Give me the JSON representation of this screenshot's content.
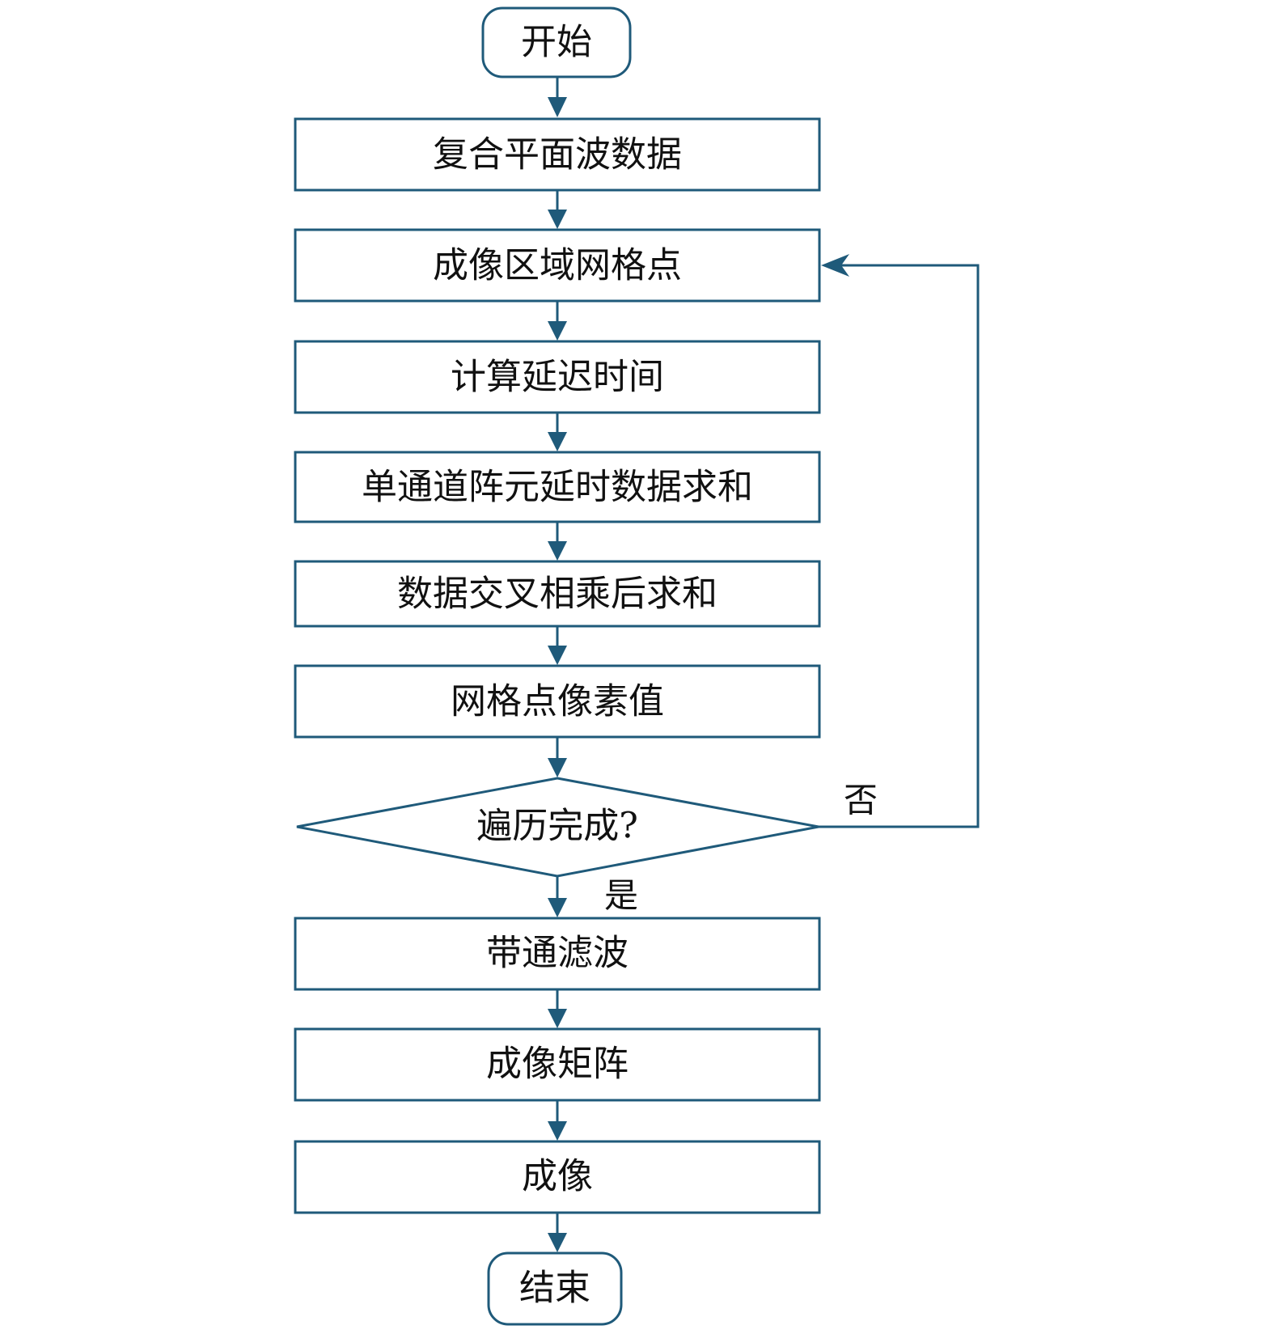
{
  "flowchart": {
    "start": "开始",
    "steps": {
      "s1": "复合平面波数据",
      "s2": "成像区域网格点",
      "s3": "计算延迟时间",
      "s4": "单通道阵元延时数据求和",
      "s5": "数据交叉相乘后求和",
      "s6": "网格点像素值"
    },
    "decision": "遍历完成?",
    "branch_no": "否",
    "branch_yes": "是",
    "after": {
      "s7": "带通滤波",
      "s8": "成像矩阵",
      "s9": "成像"
    },
    "end": "结束"
  },
  "colors": {
    "stroke": "#1f5a7a",
    "text": "#111111"
  }
}
